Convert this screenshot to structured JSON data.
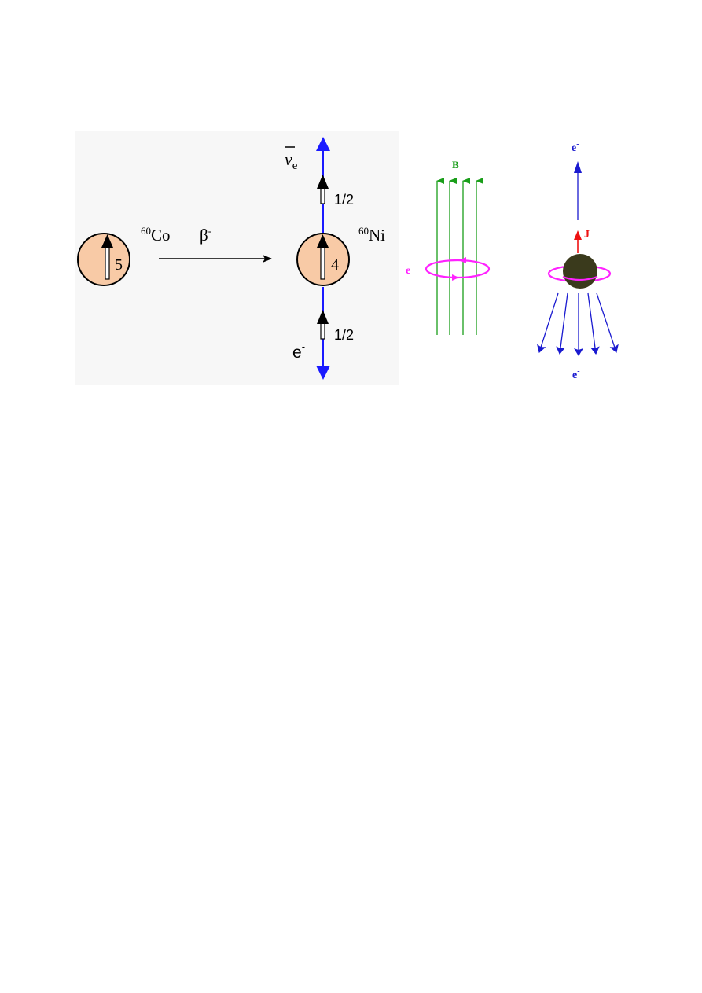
{
  "decay": {
    "parent_nucleus": {
      "mass_number": "60",
      "symbol": "Co",
      "spin": "5"
    },
    "decay_label": {
      "symbol": "β",
      "sup": "-"
    },
    "daughter_nucleus": {
      "mass_number": "60",
      "symbol": "Ni",
      "spin": "4"
    },
    "antineutrino": {
      "symbol": "v",
      "subscript": "e",
      "spin": "1/2"
    },
    "electron": {
      "symbol": "e",
      "sup": "-",
      "spin": "1/2"
    }
  },
  "field_diagram": {
    "field_label": "B",
    "electron_label": {
      "symbol": "e",
      "sup": "-"
    }
  },
  "emission_diagram": {
    "top_electron": {
      "symbol": "e",
      "sup": "-"
    },
    "spin_label": "J",
    "bottom_electron": {
      "symbol": "e",
      "sup": "-"
    }
  },
  "colors": {
    "panel_background": "#f7f7f7",
    "nucleus_fill": "#f8caa6",
    "neutrino_arrow": "#1a1aff",
    "field_lines": "#1a9e1a",
    "electron_orbit": "#ff22ff",
    "spin_arrow": "#ee1111",
    "emitted_electrons": "#1a1ad0",
    "dark_nucleus": "#3a3a1c"
  }
}
